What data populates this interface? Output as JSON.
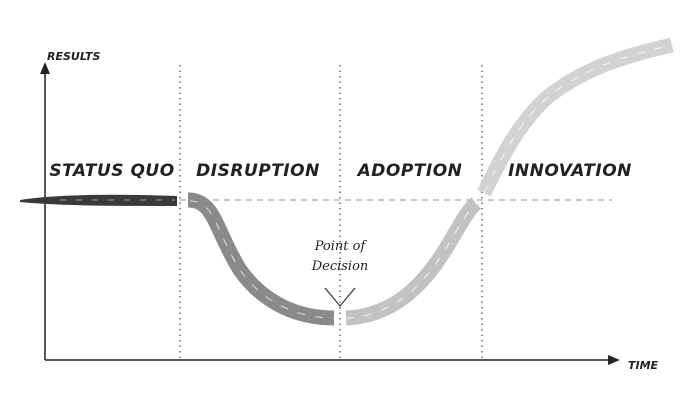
{
  "axes": {
    "y_label": "RESULTS",
    "x_label": "TIME"
  },
  "phases": [
    {
      "label": "STATUS QUO",
      "color": "#3a3a3a"
    },
    {
      "label": "DISRUPTION",
      "color": "#8a8a8a"
    },
    {
      "label": "ADOPTION",
      "color": "#c2c2c2"
    },
    {
      "label": "INNOVATION",
      "color": "#d2d2d2"
    }
  ],
  "annotation": {
    "line1": "Point of",
    "line2": "Decision"
  }
}
